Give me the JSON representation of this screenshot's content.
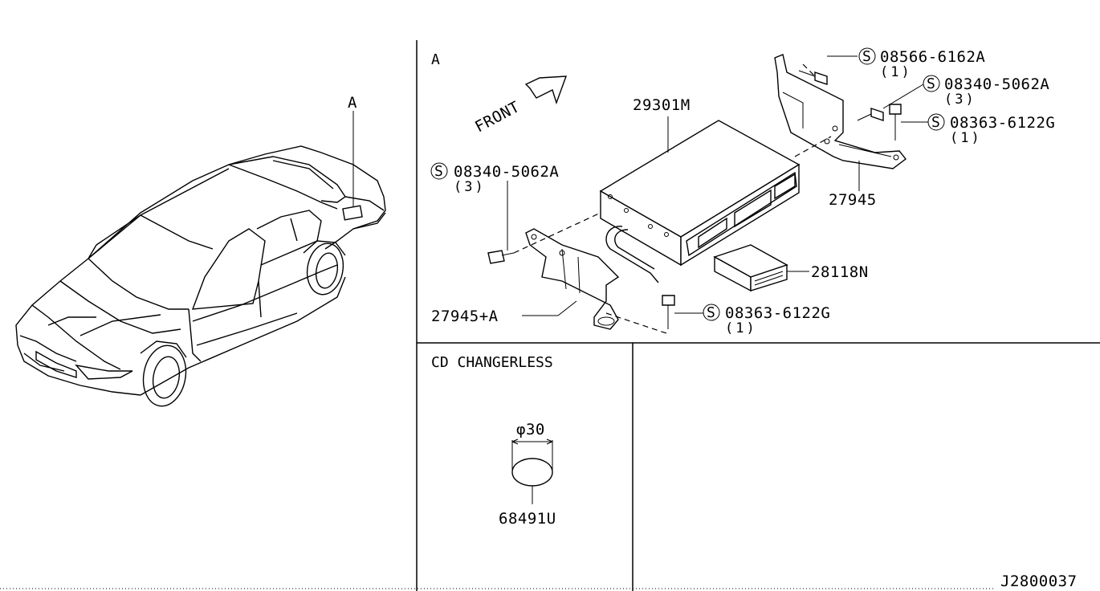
{
  "view_label": "A",
  "car_callout": "A",
  "front_label": "FRONT",
  "parts": {
    "cd_unit": "29301M",
    "bracket_rh": "27945",
    "bracket_lh": "27945+A",
    "tuner": "28118N",
    "filler": "68491U"
  },
  "bolts": [
    {
      "symbol": "S",
      "number": "08566-6162A",
      "qty": "(1)"
    },
    {
      "symbol": "S",
      "number": "08340-5062A",
      "qty": "(3)"
    },
    {
      "symbol": "S",
      "number": "08363-6122G",
      "qty": "(1)"
    },
    {
      "symbol": "S",
      "number": "08340-5062A",
      "qty": "(3)"
    },
    {
      "symbol": "S",
      "number": "08363-6122G",
      "qty": "(1)"
    }
  ],
  "variant_label": "CD CHANGERLESS",
  "dimension": "φ30",
  "diagram_id": "J2800037"
}
